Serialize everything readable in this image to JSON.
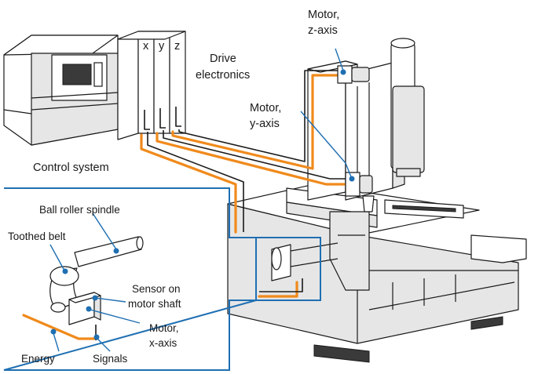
{
  "labels": {
    "control_system": "Control system",
    "drive_electronics_1": "Drive",
    "drive_electronics_2": "electronics",
    "axis_x": "x",
    "axis_y": "y",
    "axis_z": "z",
    "motor_z_1": "Motor,",
    "motor_z_2": "z-axis",
    "motor_y_1": "Motor,",
    "motor_y_2": "y-axis",
    "ball_roller_spindle": "Ball roller spindle",
    "toothed_belt": "Toothed belt",
    "sensor_1": "Sensor on",
    "sensor_2": "motor shaft",
    "motor_x_1": "Motor,",
    "motor_x_2": "x-axis",
    "energy": "Energy",
    "signals": "Signals"
  },
  "colors": {
    "energy_line": "#f08a1c",
    "callout": "#1f6fb2",
    "outline": "#1a1a1a"
  }
}
